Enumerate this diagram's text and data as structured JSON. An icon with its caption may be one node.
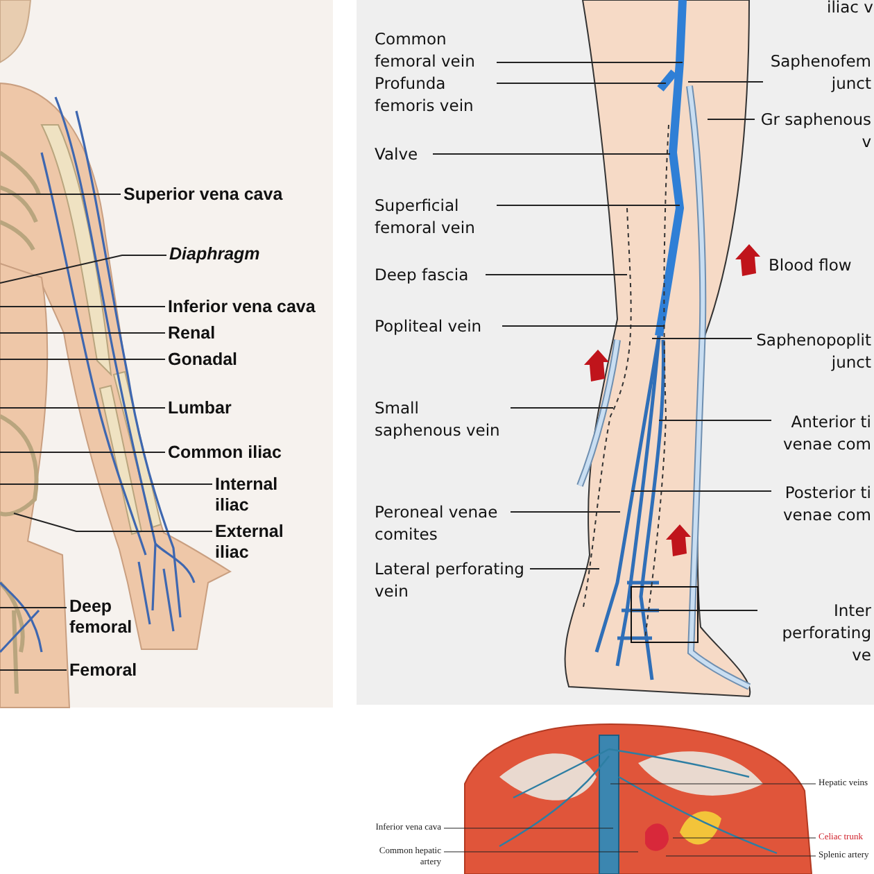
{
  "diagram": {
    "nodes": [
      {
        "text": [
          "Superior vena cava"
        ]
      },
      {
        "text": [
          "Diaphragm"
        ]
      },
      {
        "text": [
          "Inferior vena cava"
        ]
      },
      {
        "text": [
          "Renal"
        ]
      },
      {
        "text": [
          "Gonadal"
        ]
      },
      {
        "text": [
          "Lumbar"
        ]
      },
      {
        "text": [
          "Common iliac"
        ]
      },
      {
        "text": [
          "Internal iliac"
        ]
      },
      {
        "text": [
          "External iliac"
        ]
      },
      {
        "text": [
          "Deep femoral"
        ]
      },
      {
        "text": [
          "Femoral"
        ]
      },
      {
        "text": [
          "Common femoral vein"
        ]
      },
      {
        "text": [
          "Profunda femoris vein"
        ]
      },
      {
        "text": [
          "Valve"
        ]
      },
      {
        "text": [
          "Superficial femoral vein"
        ]
      },
      {
        "text": [
          "Deep fascia"
        ]
      },
      {
        "text": [
          "Popliteal vein"
        ]
      },
      {
        "text": [
          "Small saphenous vein"
        ]
      },
      {
        "text": [
          "Peroneal venae comites"
        ]
      },
      {
        "text": [
          "Lateral perforating vein"
        ]
      },
      {
        "text": [
          "Saphenofem junct"
        ]
      },
      {
        "text": [
          "Gr saphenous v"
        ]
      },
      {
        "text": [
          "Saphenopoplit junct"
        ]
      },
      {
        "text": [
          "Anterior ti venae com"
        ]
      },
      {
        "text": [
          "Posterior ti venae com"
        ]
      },
      {
        "text": [
          "Inter perforating ve"
        ]
      },
      {
        "text": [
          "Hepatic veins"
        ]
      },
      {
        "text": [
          "Inferior vena cava"
        ]
      },
      {
        "text": [
          "Celiac trunk"
        ]
      },
      {
        "text": [
          "Common hepatic artery"
        ]
      },
      {
        "text": [
          "Splenic artery"
        ]
      }
    ],
    "edges": [
      {
        "from": 0,
        "to": null,
        "arrow": "none"
      },
      {
        "from": 1,
        "to": null,
        "arrow": "none"
      },
      {
        "from": 2,
        "to": null,
        "arrow": "none"
      },
      {
        "from": 3,
        "to": null,
        "arrow": "none"
      },
      {
        "from": 4,
        "to": null,
        "arrow": "none"
      },
      {
        "from": 5,
        "to": null,
        "arrow": "none"
      },
      {
        "from": 6,
        "to": null,
        "arrow": "none"
      },
      {
        "from": 7,
        "to": null,
        "arrow": "none"
      },
      {
        "from": 8,
        "to": null,
        "arrow": "none"
      },
      {
        "from": 9,
        "to": null,
        "arrow": "none"
      },
      {
        "from": 10,
        "to": null,
        "arrow": "none"
      },
      {
        "from": 11,
        "to": null,
        "arrow": "none"
      },
      {
        "from": 12,
        "to": null,
        "arrow": "none"
      },
      {
        "from": 13,
        "to": null,
        "arrow": "none"
      },
      {
        "from": 14,
        "to": null,
        "arrow": "none"
      },
      {
        "from": 15,
        "to": null,
        "arrow": "none"
      },
      {
        "from": 16,
        "to": null,
        "arrow": "none"
      },
      {
        "from": 17,
        "to": null,
        "arrow": "none"
      },
      {
        "from": 18,
        "to": null,
        "arrow": "none"
      },
      {
        "from": 19,
        "to": null,
        "arrow": "none"
      },
      {
        "from": 20,
        "to": null,
        "arrow": "none"
      },
      {
        "from": 21,
        "to": null,
        "arrow": "none"
      },
      {
        "from": 22,
        "to": null,
        "arrow": "none"
      },
      {
        "from": 23,
        "to": null,
        "arrow": "none"
      },
      {
        "from": 24,
        "to": null,
        "arrow": "none"
      },
      {
        "from": 25,
        "to": null,
        "arrow": "none"
      },
      {
        "from": 26,
        "to": null,
        "arrow": "none"
      },
      {
        "from": 27,
        "to": null,
        "arrow": "none"
      },
      {
        "from": 28,
        "to": null,
        "arrow": "none"
      },
      {
        "from": 29,
        "to": null,
        "arrow": "none"
      },
      {
        "from": 30,
        "to": null,
        "arrow": "none"
      }
    ],
    "labels": [
      "iliac v",
      "Blood flow"
    ]
  }
}
